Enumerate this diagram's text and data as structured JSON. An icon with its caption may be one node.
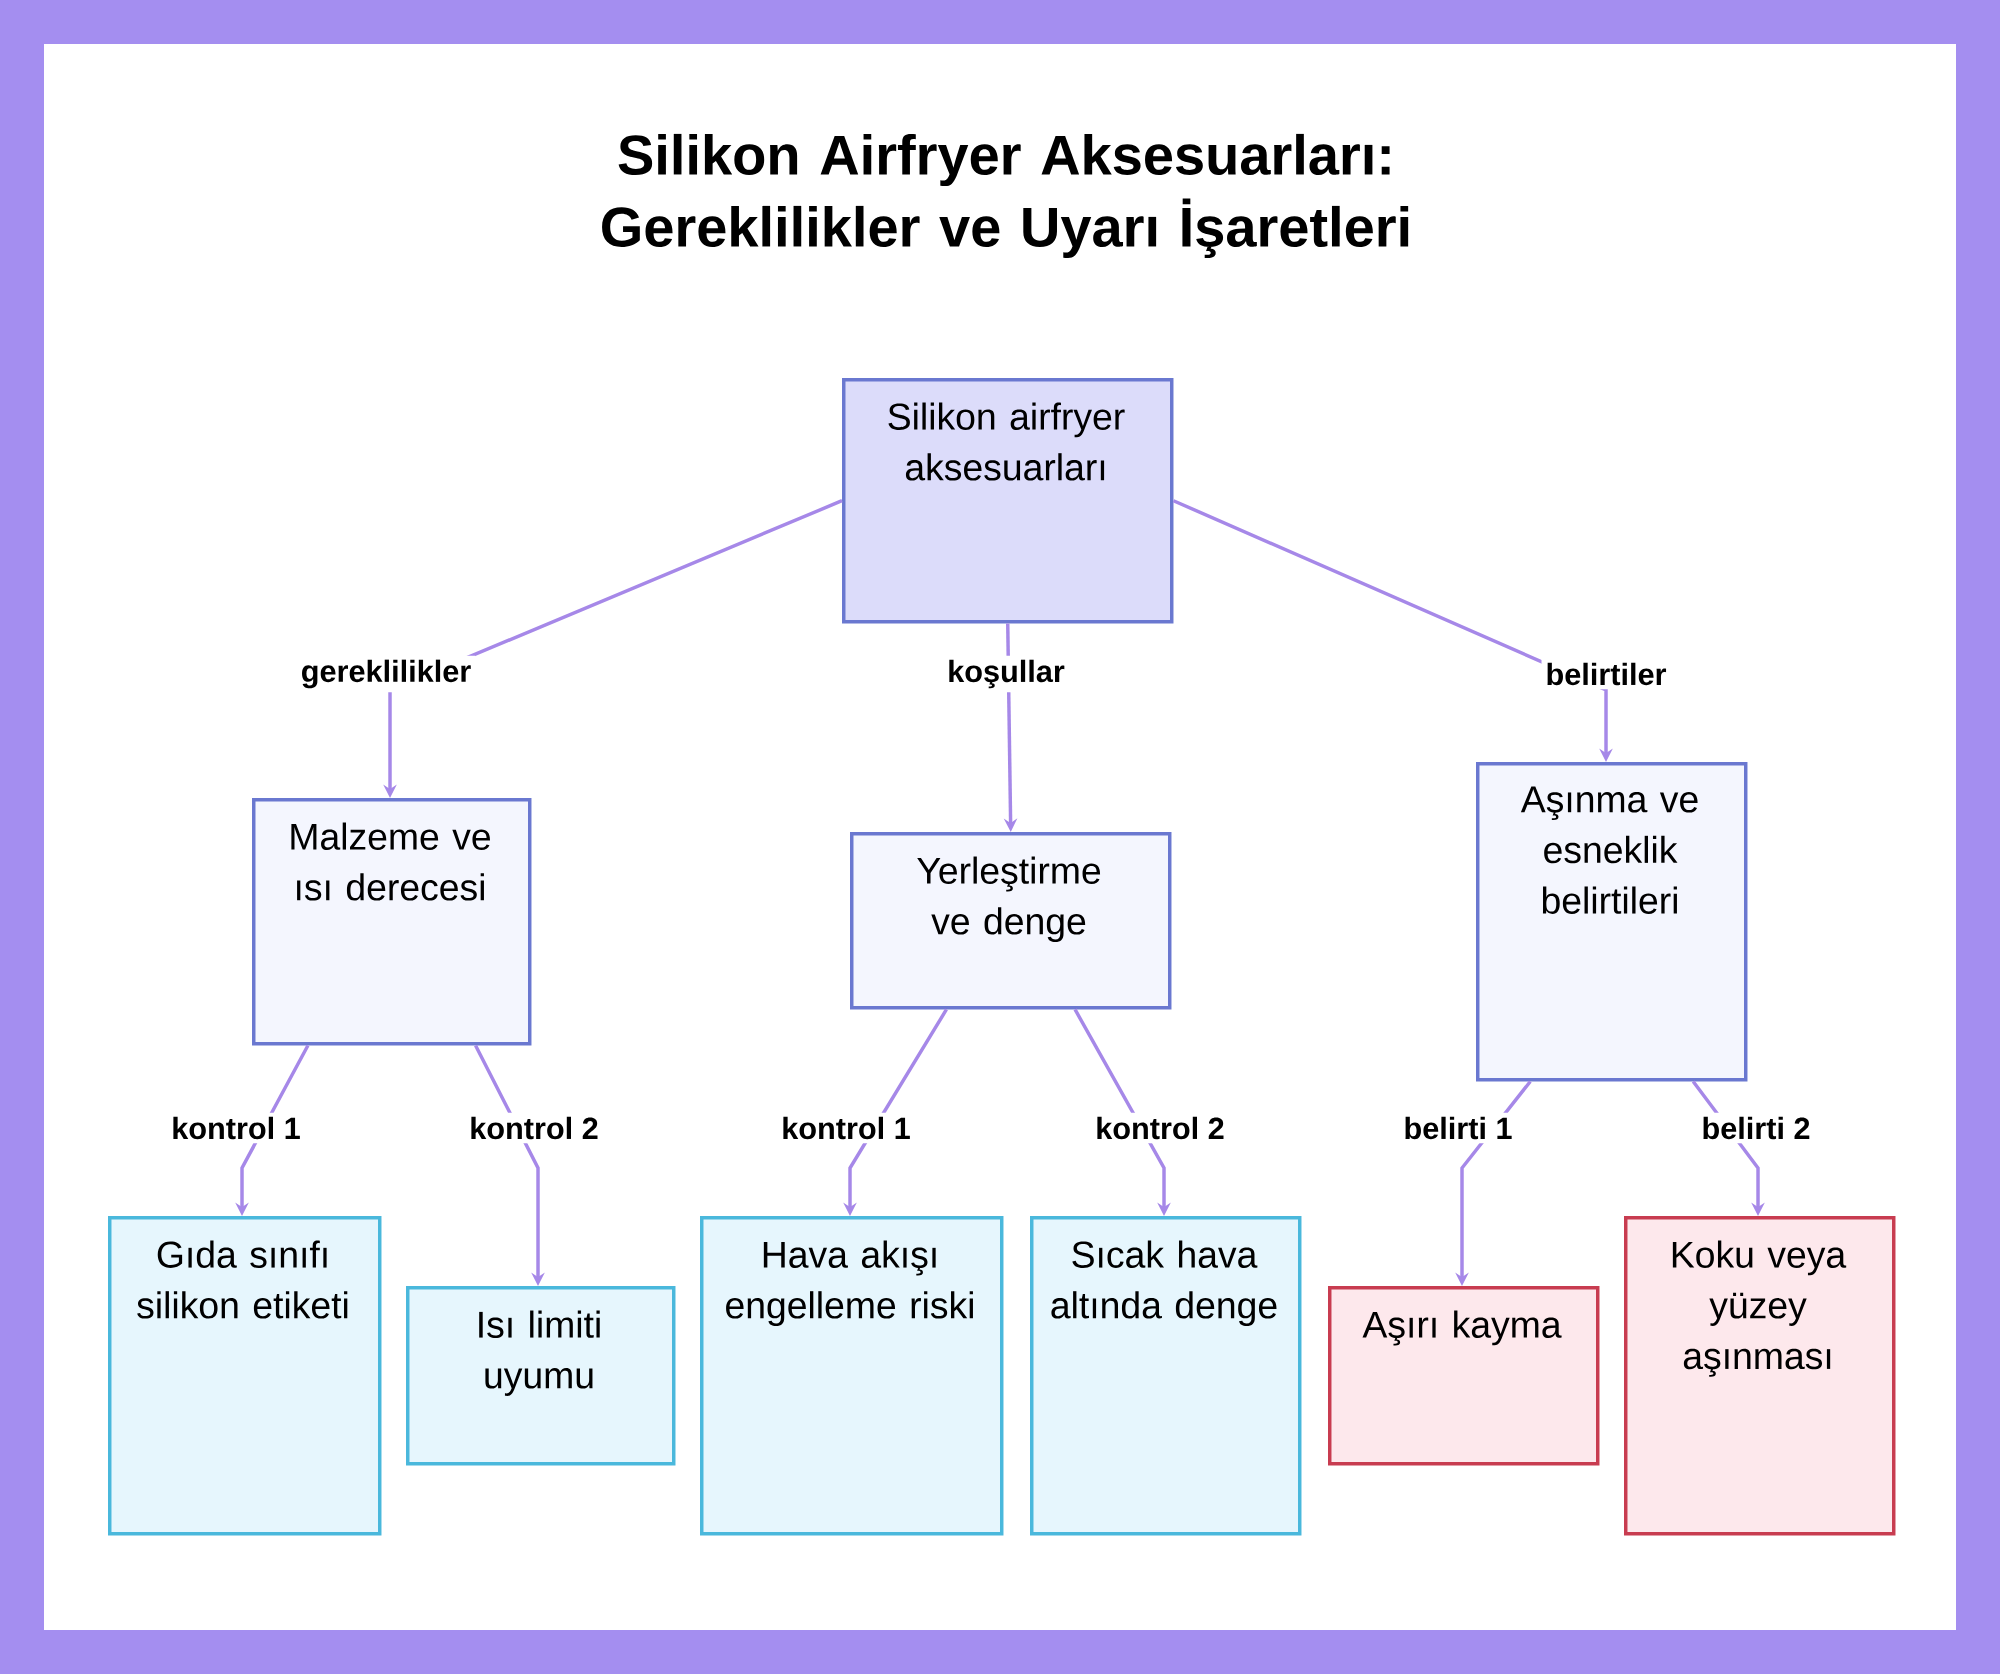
{
  "diagram": {
    "title": "Silikon Airfryer Aksesuarları: Gereklilikler ve Uyarı İşaretleri",
    "nodes": [
      {
        "text": [
          "Silikon airfryer aksesuarları"
        ]
      },
      {
        "text": [
          "Malzeme ve ısı derecesi"
        ]
      },
      {
        "text": [
          "Yerleştirme ve denge"
        ]
      },
      {
        "text": [
          "Aşınma ve esneklik belirtileri"
        ]
      },
      {
        "text": [
          "Gıda sınıfı silikon etiketi"
        ]
      },
      {
        "text": [
          "Isı limiti uyumu"
        ]
      },
      {
        "text": [
          "Hava akışı engelleme riski"
        ]
      },
      {
        "text": [
          "Sıcak hava altında denge"
        ]
      },
      {
        "text": [
          "Aşırı kayma"
        ]
      },
      {
        "text": [
          "Koku veya yüzey aşınması"
        ]
      }
    ],
    "edges": [
      {
        "from": 0,
        "to": 1,
        "arrow": "to",
        "label": "gereklilikler"
      },
      {
        "from": 0,
        "to": 2,
        "arrow": "to",
        "label": "koşullar"
      },
      {
        "from": 0,
        "to": 3,
        "arrow": "to",
        "label": "belirtiler"
      },
      {
        "from": 1,
        "to": 4,
        "arrow": "to",
        "label": "kontrol 1"
      },
      {
        "from": 1,
        "to": 5,
        "arrow": "to",
        "label": "kontrol 2"
      },
      {
        "from": 2,
        "to": 6,
        "arrow": "to",
        "label": "kontrol 1"
      },
      {
        "from": 2,
        "to": 7,
        "arrow": "to",
        "label": "kontrol 2"
      },
      {
        "from": 3,
        "to": 8,
        "arrow": "to",
        "label": "belirti 1"
      },
      {
        "from": 3,
        "to": 9,
        "arrow": "to",
        "label": "belirti 2"
      }
    ]
  }
}
